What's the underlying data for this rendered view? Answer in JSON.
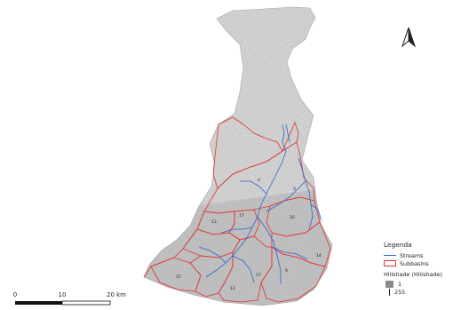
{
  "map": {
    "scale_bar": {
      "labels": [
        "0",
        "10",
        "20 km"
      ]
    },
    "north_arrow": "north-arrow-icon",
    "subbasin_labels": [
      "4",
      "3",
      "13",
      "17",
      "16",
      "14",
      "15",
      "12",
      "9",
      "17"
    ]
  },
  "legend": {
    "title": "Legenda",
    "streams_label": "Streams",
    "subbasins_label": "Subbasins",
    "hillshade_title": "Hillshade (Hillshade)",
    "hillshade_min": "1",
    "hillshade_max": "255"
  },
  "colors": {
    "stream": "#2b63d8",
    "subbasin": "#e0312f",
    "hillshade_swatch": "#8c8c8c"
  }
}
